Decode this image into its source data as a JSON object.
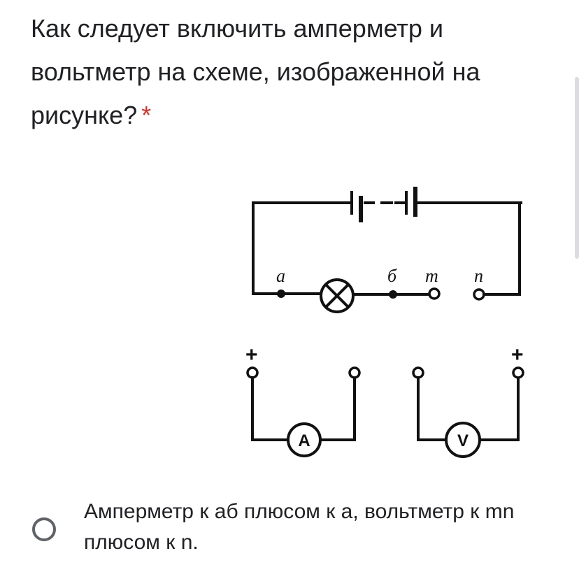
{
  "question": {
    "title": "Как следует включить амперметр и вольтметр на схеме, изображенной на рисунке?",
    "required_marker": "*"
  },
  "figure": {
    "labels": {
      "point_a": "a",
      "point_b": "б",
      "point_m": "m",
      "point_n": "n",
      "ammeter": "A",
      "voltmeter": "V",
      "ammeter_plus": "+",
      "voltmeter_plus": "+"
    }
  },
  "options": [
    {
      "label": "Амперметр к аб плюсом к а, вольтметр к mn плюсом к n.",
      "selected": false
    }
  ],
  "colors": {
    "text": "#202124",
    "required": "#d93025",
    "radio": "#5f6368"
  }
}
